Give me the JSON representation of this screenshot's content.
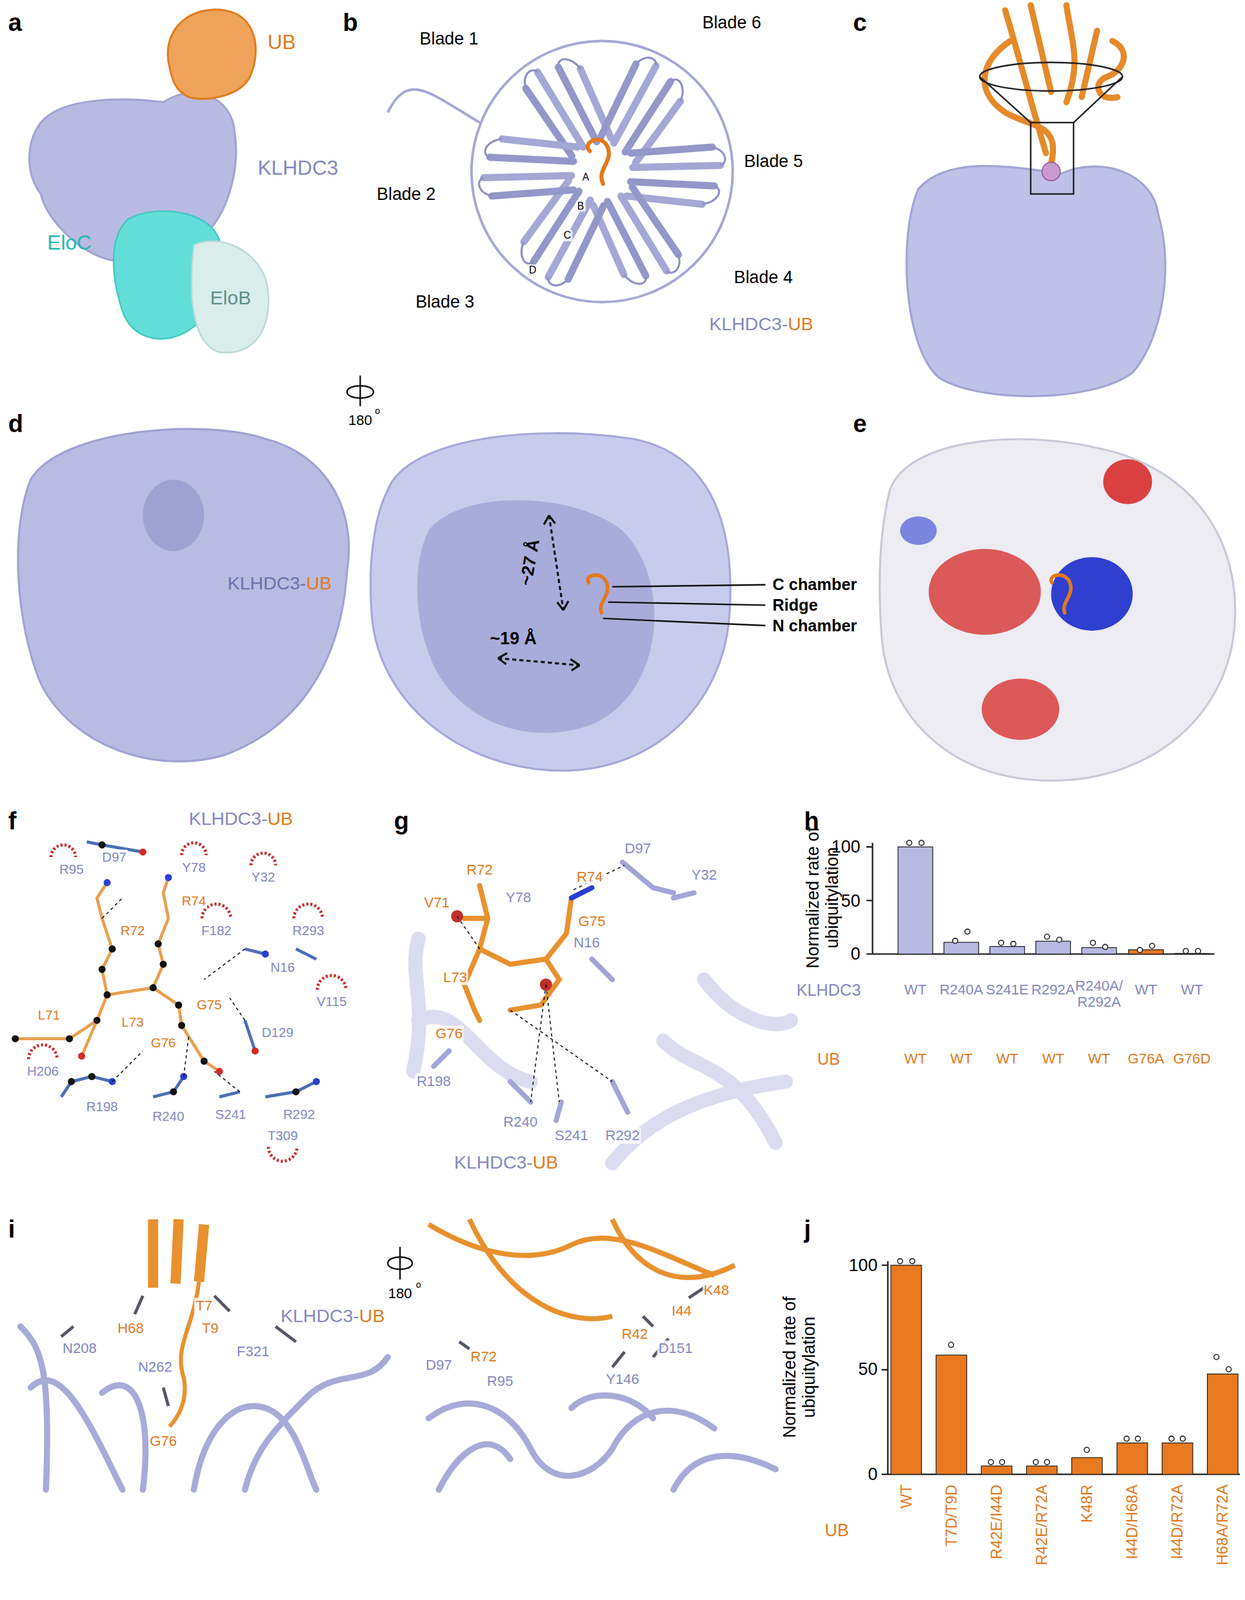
{
  "diagram": {
    "labels": [
      "a",
      "UB",
      "KLHDC3",
      "EloC",
      "EloB",
      "b",
      "Blade 1",
      "Blade 6",
      "Blade 5",
      "Blade 2",
      "Blade 4",
      "Blade 3",
      "A",
      "B",
      "C",
      "D",
      "KLHDC3-",
      "UB",
      "c",
      "d",
      "180",
      "o",
      "KLHDC3-",
      "UB",
      "~27 Å",
      "~19 Å",
      "C chamber",
      "Ridge",
      "N chamber",
      "e",
      "f",
      "KLHDC3-",
      "UB",
      "D97",
      "R95",
      "Y78",
      "Y32",
      "R74",
      "R72",
      "F182",
      "R293",
      "N16",
      "V115",
      "L71",
      "L73",
      "G75",
      "D129",
      "G76",
      "H206",
      "R198",
      "R240",
      "S241",
      "R292",
      "T309",
      "g",
      "D97",
      "R72",
      "R74",
      "V71",
      "Y78",
      "Y32",
      "G75",
      "N16",
      "L73",
      "G76",
      "R198",
      "R240",
      "S241",
      "R292",
      "KLHDC3-",
      "UB",
      "h",
      "Normalized rate of ubiquitylation",
      "100",
      "50",
      "0",
      "KLHDC3",
      "WT",
      "R240A",
      "S241E",
      "R292A",
      "R240A/ R292A",
      "WT",
      "WT",
      "UB",
      "WT",
      "WT",
      "WT",
      "WT",
      "WT",
      "G76A",
      "G76D",
      "i",
      "H68",
      "T7",
      "T9",
      "N208",
      "N262",
      "F321",
      "G76",
      "KLHDC3-",
      "UB",
      "180",
      "o",
      "I44",
      "K48",
      "R42",
      "D151",
      "D97",
      "R72",
      "R95",
      "Y146",
      "j",
      "Normalized rate of ubiquitylation",
      "100",
      "50",
      "0",
      "UB",
      "WT",
      "T7D/T9D",
      "R42E/I44D",
      "R42E/R72A",
      "K48R",
      "I44D/H68A",
      "I44D/R72A",
      "H68A/R72A"
    ]
  }
}
